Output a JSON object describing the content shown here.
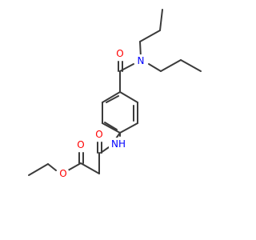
{
  "colors": {
    "background": "#ffffff",
    "bond": "#3b3b3b",
    "oxygen": "#ff0000",
    "nitrogen": "#0000ff"
  },
  "atoms": {
    "amide_o": {
      "text": "O",
      "element": "oxygen"
    },
    "amine_n": {
      "text": "N",
      "element": "nitrogen"
    },
    "amide_nh": {
      "text": "NH",
      "element": "nitrogen"
    },
    "keto_o": {
      "text": "O",
      "element": "oxygen"
    },
    "ester_carbonyl_o": {
      "text": "O",
      "element": "oxygen"
    },
    "ester_o": {
      "text": "O",
      "element": "oxygen"
    }
  }
}
